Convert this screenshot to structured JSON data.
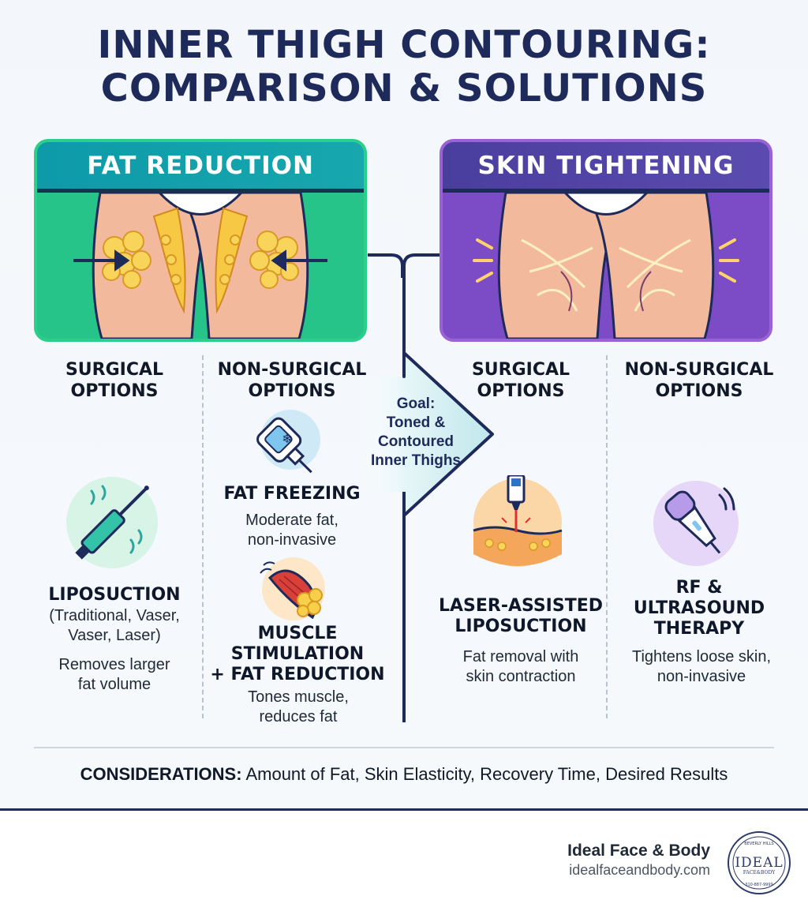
{
  "title": {
    "line1": "INNER THIGH CONTOURING:",
    "line2": "COMPARISON & SOLUTIONS"
  },
  "fat_reduction": {
    "banner": "FAT REDUCTION",
    "surgical": {
      "heading_line1": "SURGICAL",
      "heading_line2": "OPTIONS",
      "option_title": "LIPOSUCTION",
      "option_sub_line1": "(Traditional, Vaser,",
      "option_sub_line2": "Vaser, Laser)",
      "desc_line1": "Removes larger",
      "desc_line2": "fat volume"
    },
    "non_surgical": {
      "heading_line1": "NON-SURGICAL",
      "heading_line2": "OPTIONS",
      "option1_title": "FAT FREEZING",
      "option1_desc_line1": "Moderate fat,",
      "option1_desc_line2": "non-invasive",
      "option2_title_line1": "MUSCLE",
      "option2_title_line2": "STIMULATION",
      "option2_title_line3": "+ FAT REDUCTION",
      "option2_desc_line1": "Tones muscle,",
      "option2_desc_line2": "reduces fat"
    }
  },
  "skin_tightening": {
    "banner": "SKIN TIGHTENING",
    "surgical": {
      "heading_line1": "SURGICAL",
      "heading_line2": "OPTIONS",
      "option_title_line1": "LASER-ASSISTED",
      "option_title_line2": "LIPOSUCTION",
      "desc_line1": "Fat removal with",
      "desc_line2": "skin contraction"
    },
    "non_surgical": {
      "heading_line1": "NON-SURGICAL",
      "heading_line2": "OPTIONS",
      "option_title_line1": "RF &",
      "option_title_line2": "ULTRASOUND",
      "option_title_line3": "THERAPY",
      "desc_line1": "Tightens loose skin,",
      "desc_line2": "non-invasive"
    }
  },
  "goal": {
    "line1": "Goal:",
    "line2": "Toned &",
    "line3": "Contoured",
    "line4": "Inner Thighs"
  },
  "considerations": {
    "label": "CONSIDERATIONS:",
    "text": " Amount of Fat, Skin Elasticity, Recovery Time, Desired Results"
  },
  "brand": {
    "name": "Ideal Face & Body",
    "url": "idealfaceandbody.com",
    "logo_top": "BEVERLY HILLS",
    "logo_main": "IDEAL",
    "logo_sub": "FACE&BODY",
    "logo_bottom": "310-887-9999"
  },
  "colors": {
    "navy": "#1e2a5a",
    "fat_green": "#27c48a",
    "fat_teal": "#0e9aa9",
    "skin_purple": "#7b4cc6",
    "skin_indigo": "#4a3e9d"
  },
  "icons": [
    "liposuction-cannula-icon",
    "fat-freezing-applicator-icon",
    "muscle-fat-icon",
    "laser-skin-icon",
    "rf-ultrasound-device-icon"
  ]
}
